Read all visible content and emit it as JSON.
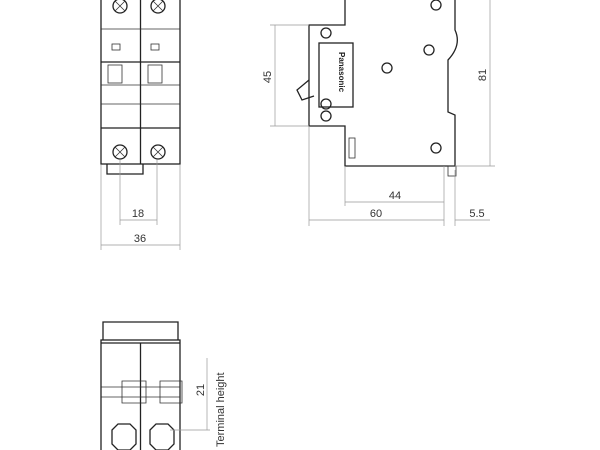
{
  "front_view": {
    "dim_pitch": "18",
    "dim_width": "36"
  },
  "side_view": {
    "dim_front_height": "45",
    "dim_total_height": "81",
    "dim_depth_inner": "44",
    "dim_depth": "60",
    "dim_rail_offset": "5.5",
    "brand": "Panasonic"
  },
  "bottom_view": {
    "dim_terminal": "21",
    "terminal_label": "Terminal height"
  }
}
